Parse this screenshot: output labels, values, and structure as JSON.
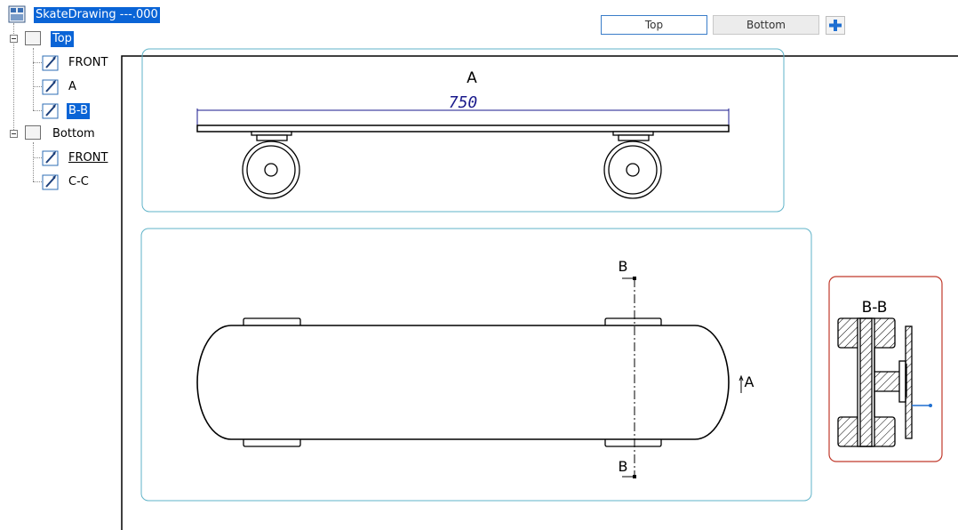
{
  "tree": {
    "root_label": "SkateDrawing ---.000",
    "sheets": [
      {
        "label": "Top",
        "views": [
          "FRONT",
          "A",
          "B-B"
        ]
      },
      {
        "label": "Bottom",
        "views": [
          "FRONT",
          "C-C"
        ]
      }
    ]
  },
  "tabs": {
    "top": "Top",
    "bottom": "Bottom"
  },
  "add_sheet_icon": "plus-icon",
  "drawing": {
    "view_a_label": "A",
    "dimension_value": "750",
    "section_mark_top": "B",
    "section_mark_bottom": "B",
    "view_arrow_label": "A",
    "section_title": "B-B"
  },
  "colors": {
    "selection": "#0a64d6",
    "view_frame": "#5fb3c8",
    "active_view_frame": "#c0392b",
    "dimension": "#1a1a8c",
    "tab_border": "#3a7dc9",
    "plus": "#1f6fd1"
  }
}
